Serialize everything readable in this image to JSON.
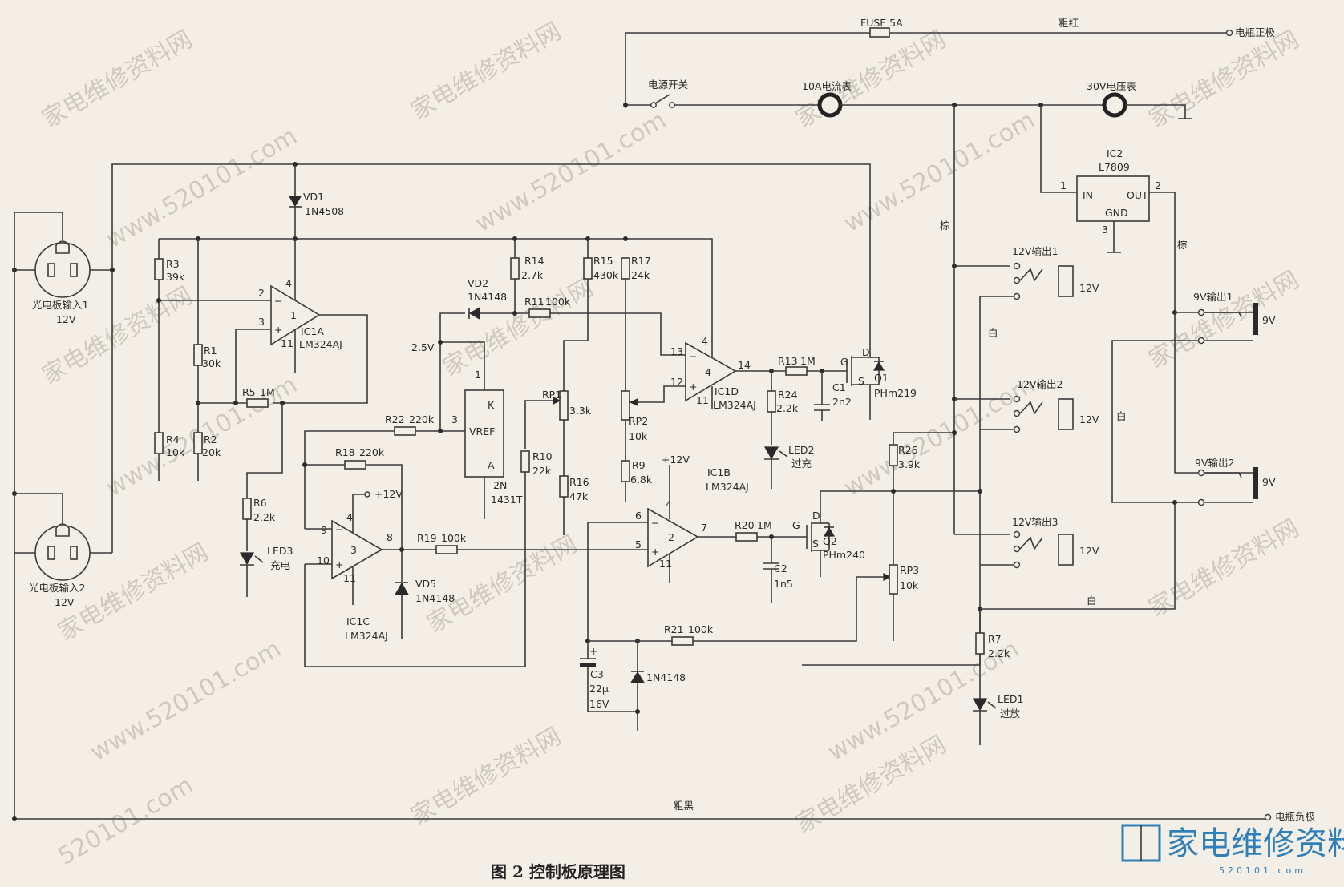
{
  "caption": "图 2 控制板原理图",
  "watermark": {
    "site_cn": "家电维修资料网",
    "site_url": "www.520101.com",
    "url_short": "520101.com"
  },
  "logo": {
    "text": "家电维修资料网",
    "url": "520101.com"
  },
  "nets": {
    "fuse": "FUSE  5A",
    "thick_red": "粗红",
    "battery_pos": "电瓶正极",
    "thick_black": "粗黑",
    "battery_neg": "电瓶负极",
    "power_switch": "电源开关",
    "ammeter": "10A电流表",
    "voltmeter": "30V电压表",
    "brown1": "棕",
    "brown2": "棕",
    "white1": "白",
    "white2": "白",
    "white3": "白",
    "ref_2v5": "2.5V",
    "plus12_a": "+12V",
    "plus12_b": "+12V"
  },
  "inputs": [
    {
      "name": "光电板输入1",
      "voltage": "12V"
    },
    {
      "name": "光电板输入2",
      "voltage": "12V"
    }
  ],
  "ics": {
    "ic1a": {
      "ref": "IC1A",
      "part": "LM324AJ",
      "num": "1",
      "pins": [
        "2",
        "3",
        "4",
        "11"
      ]
    },
    "ic1b": {
      "ref": "IC1B",
      "part": "LM324AJ",
      "num": "2",
      "pins": [
        "6",
        "5",
        "4",
        "11",
        "7"
      ]
    },
    "ic1c": {
      "ref": "IC1C",
      "part": "LM324AJ",
      "num": "3",
      "pins": [
        "9",
        "10",
        "4",
        "11",
        "8"
      ]
    },
    "ic1d": {
      "ref": "IC1D",
      "part": "LM324AJ",
      "num": "4",
      "pins": [
        "13",
        "12",
        "4",
        "11",
        "14"
      ]
    },
    "ic2": {
      "ref": "IC2",
      "part": "L7809",
      "in": "IN",
      "out": "OUT",
      "gnd": "GND",
      "pin1": "1",
      "pin2": "2",
      "pin3": "3"
    },
    "vref": {
      "label": "VREF",
      "k": "K",
      "a": "A",
      "pin1": "1",
      "pin2": "2N",
      "pin3": "3",
      "part": "1431T"
    }
  },
  "resistors": [
    {
      "ref": "R3",
      "value": "39k"
    },
    {
      "ref": "R1",
      "value": "30k"
    },
    {
      "ref": "R2",
      "value": "20k"
    },
    {
      "ref": "R4",
      "value": "10k"
    },
    {
      "ref": "R5",
      "value": "1M"
    },
    {
      "ref": "R6",
      "value": "2.2k"
    },
    {
      "ref": "R14",
      "value": "2.7k"
    },
    {
      "ref": "R15",
      "value": "430k"
    },
    {
      "ref": "R17",
      "value": "24k"
    },
    {
      "ref": "R11",
      "value": "100k"
    },
    {
      "ref": "R22",
      "value": "220k"
    },
    {
      "ref": "R18",
      "value": "220k"
    },
    {
      "ref": "R19",
      "value": "100k"
    },
    {
      "ref": "R10",
      "value": "22k"
    },
    {
      "ref": "R16",
      "value": "47k"
    },
    {
      "ref": "R9",
      "value": "6.8k"
    },
    {
      "ref": "R13",
      "value": "1M"
    },
    {
      "ref": "R24",
      "value": "2.2k"
    },
    {
      "ref": "R20",
      "value": "1M"
    },
    {
      "ref": "R21",
      "value": "100k"
    },
    {
      "ref": "R26",
      "value": "3.9k"
    },
    {
      "ref": "R7",
      "value": "2.2k"
    }
  ],
  "pots": [
    {
      "ref": "RP1",
      "value": "3.3k"
    },
    {
      "ref": "RP2",
      "value": "10k"
    },
    {
      "ref": "RP3",
      "value": "10k"
    }
  ],
  "caps": [
    {
      "ref": "C1",
      "value": "2n2"
    },
    {
      "ref": "C2",
      "value": "1n5"
    },
    {
      "ref": "C3",
      "value": "22μ",
      "rating": "16V",
      "plus": "+"
    }
  ],
  "diodes": [
    {
      "ref": "VD1",
      "part": "1N4508"
    },
    {
      "ref": "VD2",
      "part": "1N4148"
    },
    {
      "ref": "VD5",
      "part": "1N4148"
    },
    {
      "ref": "",
      "part": "1N4148"
    }
  ],
  "leds": [
    {
      "ref": "LED3",
      "label": "充电"
    },
    {
      "ref": "LED2",
      "label": "过充"
    },
    {
      "ref": "LED1",
      "label": "过放"
    }
  ],
  "mosfets": [
    {
      "ref": "Q1",
      "part": "PHm219",
      "g": "G",
      "d": "D",
      "s": "S"
    },
    {
      "ref": "Q2",
      "part": "PHm240",
      "g": "G",
      "d": "D",
      "s": "S"
    }
  ],
  "outputs": [
    {
      "label": "12V输出1",
      "v": "12V"
    },
    {
      "label": "12V输出2",
      "v": "12V"
    },
    {
      "label": "12V输出3",
      "v": "12V"
    },
    {
      "label": "9V输出1",
      "v": "9V"
    },
    {
      "label": "9V输出2",
      "v": "9V"
    }
  ]
}
